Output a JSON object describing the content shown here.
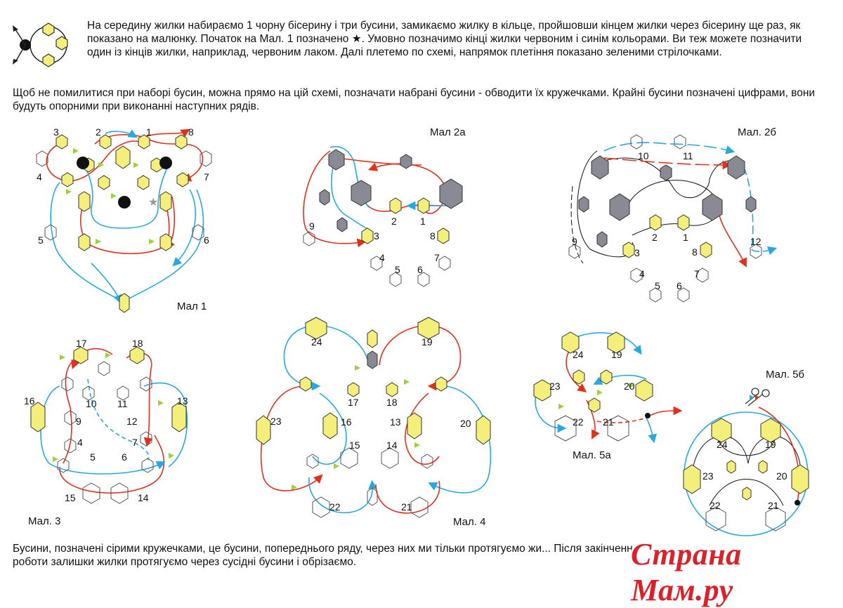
{
  "text": {
    "intro": "На середину жилки набираємо 1 чорну бісерину і три бусини, замикаємо жилку в кільце, пройшовши кінцем жилки через бісерину ще раз, як показано на малюнку. Початок на Мал. 1 позначено ★. Умовно позначимо кінці жилки червоним і синім кольорами. Ви теж можете позначити один із кінців жилки, наприклад, червоним лаком.  Далі плетемо по схемі, напрямок плетіння показано зеленими  стрілочками.",
    "hint": "Щоб не помилитися при наборі бусин, можна прямо на цій схемі, позначати набрані бусини - обводити їх кружечками.  Крайні бусини позначені цифрами, вони будуть опорними при виконанні наступних рядів.",
    "footer": "Бусини, позначені сірими кружечками, це бусини, попереднього ряду, через них ми тільки протягуємо жи... Після закінчення роботи залишки жилки протягуємо через сусідні бусини і обрізаємо."
  },
  "captions": {
    "fig1": "Мал  1",
    "fig2a": "Мал  2а",
    "fig2b": "Мал. 2б",
    "fig3": "Мал. 3",
    "fig4": "Мал. 4",
    "fig5a": "Мал. 5а",
    "fig5b": "Мал. 5б"
  },
  "labels": {
    "fig1": [
      "1",
      "2",
      "3",
      "4",
      "5",
      "6",
      "7",
      "8"
    ],
    "fig2a": [
      "1",
      "2",
      "3",
      "4",
      "5",
      "6",
      "7",
      "8",
      "9"
    ],
    "fig2b": [
      "1",
      "2",
      "3",
      "4",
      "5",
      "6",
      "7",
      "8",
      "9",
      "10",
      "11",
      "12"
    ],
    "fig3": [
      "4",
      "5",
      "6",
      "7",
      "9",
      "10",
      "11",
      "12",
      "13",
      "14",
      "15",
      "16",
      "17",
      "18"
    ],
    "fig4": [
      "13",
      "14",
      "15",
      "16",
      "17",
      "18",
      "19",
      "20",
      "21",
      "22",
      "23",
      "24"
    ],
    "fig5a": [
      "19",
      "20",
      "21",
      "22",
      "23",
      "24"
    ],
    "fig5b": [
      "19",
      "20",
      "21",
      "22",
      "23",
      "24"
    ]
  },
  "logo": "Страна Мам.ру",
  "colors": {
    "red_thread": "#e0301e",
    "blue_thread": "#29a8e0",
    "green_arrow": "#9bd23c",
    "bead_yellow": "#f3ef7a",
    "bead_outline": "#333333",
    "bead_grey": "#8a8a95",
    "black_bead": "#111111"
  }
}
